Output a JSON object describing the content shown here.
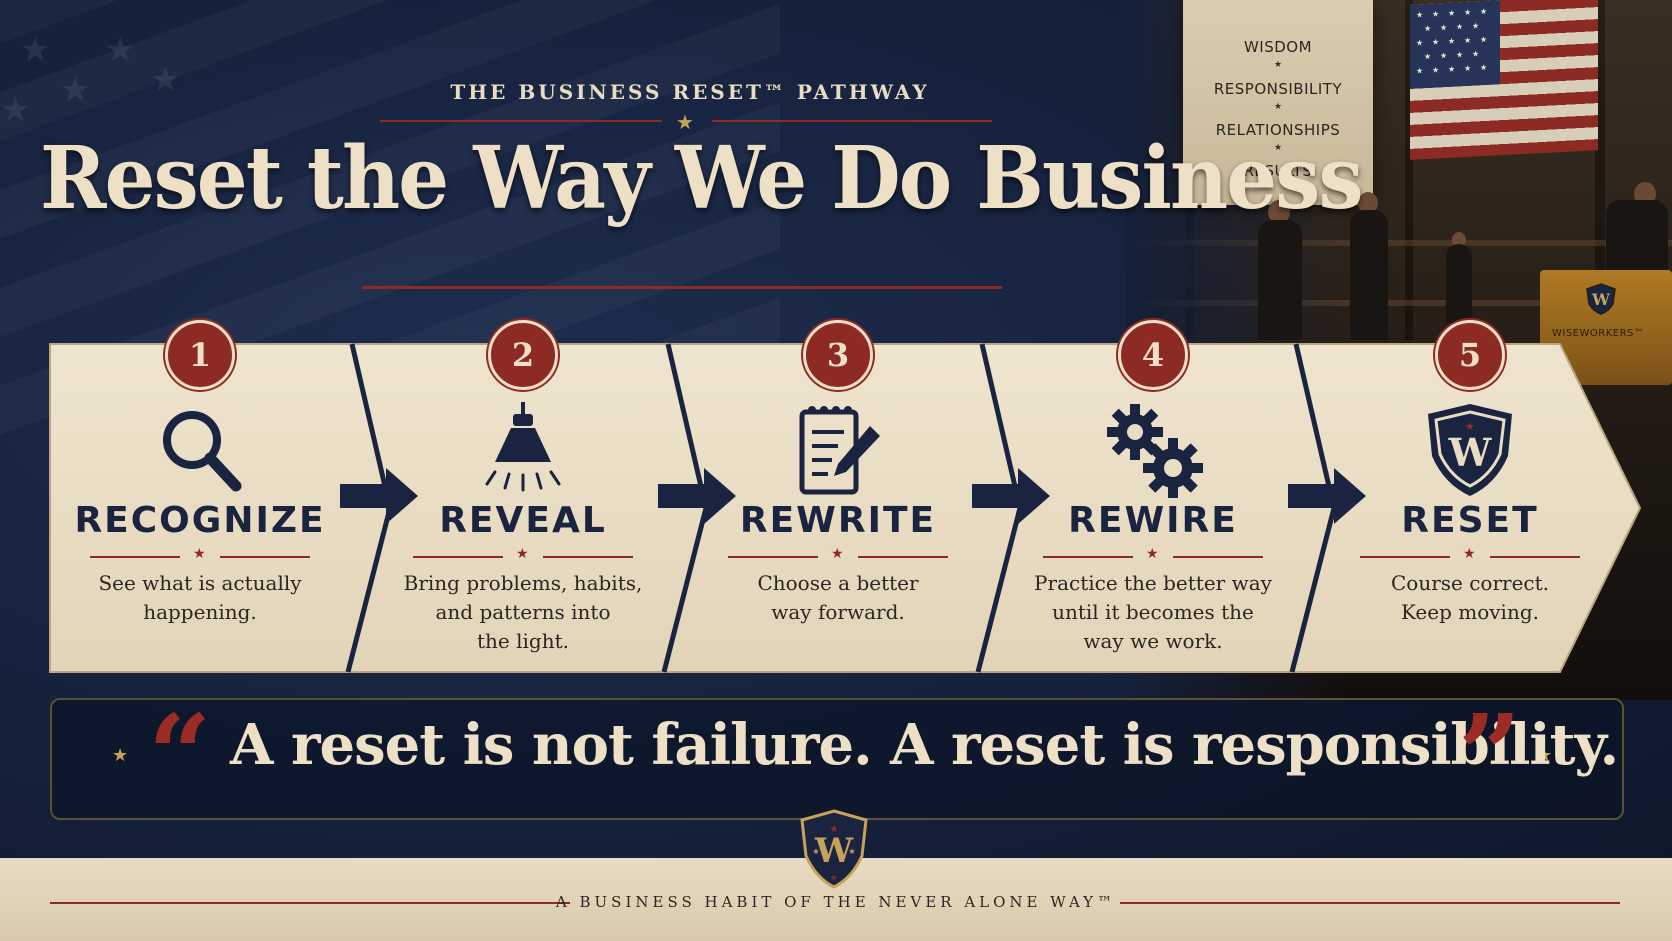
{
  "header": {
    "subtitle": "THE BUSINESS RESET™ PATHWAY",
    "title": "Reset the Way We Do Business"
  },
  "sign": {
    "lines": [
      "WISDOM",
      "RESPONSIBILITY",
      "RELATIONSHIPS",
      "RESULTS"
    ]
  },
  "forklift": {
    "label": "WISEWORKERS™"
  },
  "steps": [
    {
      "number": "1",
      "name": "RECOGNIZE",
      "icon": "magnifying-glass-icon",
      "desc": [
        "See what is actually",
        "happening."
      ]
    },
    {
      "number": "2",
      "name": "REVEAL",
      "icon": "lamp-icon",
      "desc": [
        "Bring problems, habits,",
        "and patterns into",
        "the light."
      ]
    },
    {
      "number": "3",
      "name": "REWRITE",
      "icon": "notepad-pencil-icon",
      "desc": [
        "Choose a better",
        "way forward."
      ]
    },
    {
      "number": "4",
      "name": "REWIRE",
      "icon": "gears-icon",
      "desc": [
        "Practice the better way",
        "until it becomes the",
        "way we work."
      ]
    },
    {
      "number": "5",
      "name": "RESET",
      "icon": "shield-w-icon",
      "desc": [
        "Course correct.",
        "Keep moving."
      ]
    }
  ],
  "quote": {
    "text": "A reset is not failure. A reset is responsibility.",
    "open_mark": "“",
    "close_mark": "”"
  },
  "footer": {
    "shield_letter": "W",
    "tagline": "A BUSINESS HABIT OF  THE NEVER ALONE WAY™"
  },
  "colors": {
    "navy": "#1a2440",
    "cream": "#ede0c6",
    "red": "#8e2a24",
    "gold": "#c6a25c"
  }
}
